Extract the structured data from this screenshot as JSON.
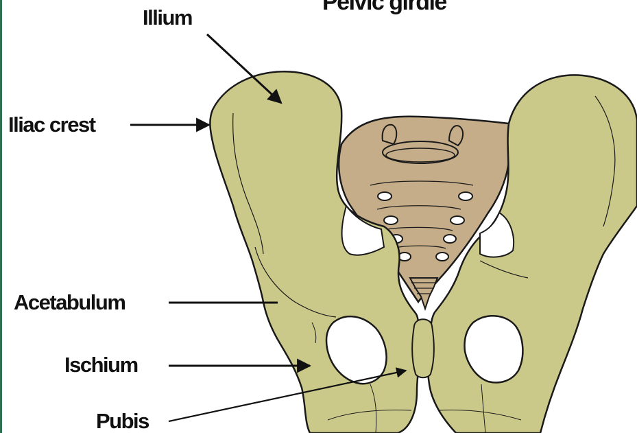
{
  "diagram": {
    "title": "Pelvic girdle",
    "labels": {
      "illium": "Illium",
      "iliac_crest": "Iliac crest",
      "acetabulum": "Acetabulum",
      "ischium": "Ischium",
      "pubis": "Pubis"
    }
  },
  "colors": {
    "bone": "#cbc98a",
    "sacrum": "#c6ad8a",
    "outline": "#1a1a1a",
    "edge_bar": "#2e6f4f"
  }
}
